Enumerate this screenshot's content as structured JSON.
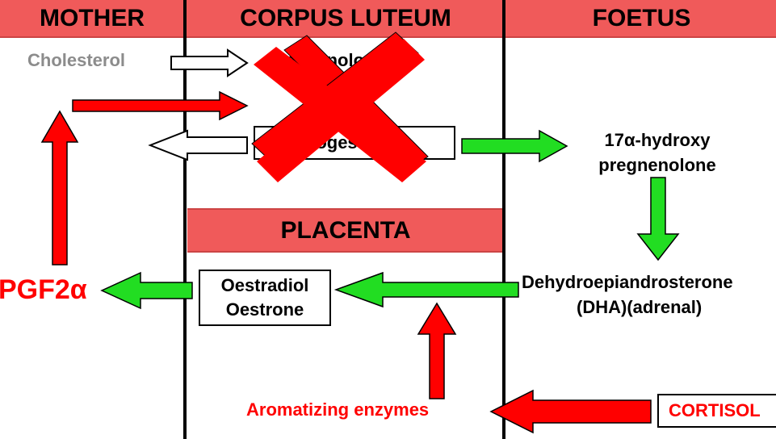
{
  "headers": {
    "mother": "MOTHER",
    "corpus_luteum": "CORPUS LUTEUM",
    "foetus": "FOETUS",
    "placenta": "PLACENTA"
  },
  "labels": {
    "cholesterol": "Cholesterol",
    "pregnenolone_partial": "Pregnenolone",
    "progesterone_partial": "Progesterone",
    "hydroxy_line1": "17α-hydroxy",
    "hydroxy_line2": "pregnenolone",
    "dha_line1": "Dehydroepiandrosterone",
    "dha_line2": "(DHA)(adrenal)",
    "oestradiol": "Oestradiol",
    "oestrone": "Oestrone",
    "pgf2a": "PGF2α",
    "aromatizing": "Aromatizing enzymes",
    "cortisol": "CORTISOL"
  },
  "colors": {
    "header_red": "#f05a5a",
    "arrow_red": "#ff0000",
    "arrow_green": "#22dd22",
    "cholesterol_gray": "#8c8c8c",
    "cross_red": "#ff0000"
  }
}
